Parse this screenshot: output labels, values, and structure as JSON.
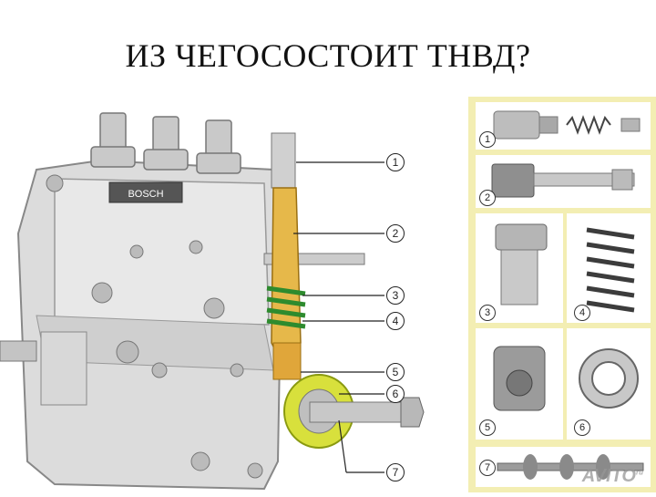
{
  "title": "ИЗ ЧЕГОСОСТОИТ ТНВД?",
  "brand_label": "BOSCH",
  "callouts": [
    "1",
    "2",
    "3",
    "4",
    "5",
    "6",
    "7"
  ],
  "parts": [
    "1",
    "2",
    "3",
    "4",
    "5",
    "6",
    "7"
  ],
  "watermark": {
    "text": "AVITO",
    "suffix": "ru"
  },
  "colors": {
    "panel": "#f3eeb3",
    "pump_body": "#dcdcdc",
    "cutaway": "#e6b84a",
    "ring": "#c8dc3c",
    "spring": "#2e8b2e"
  }
}
